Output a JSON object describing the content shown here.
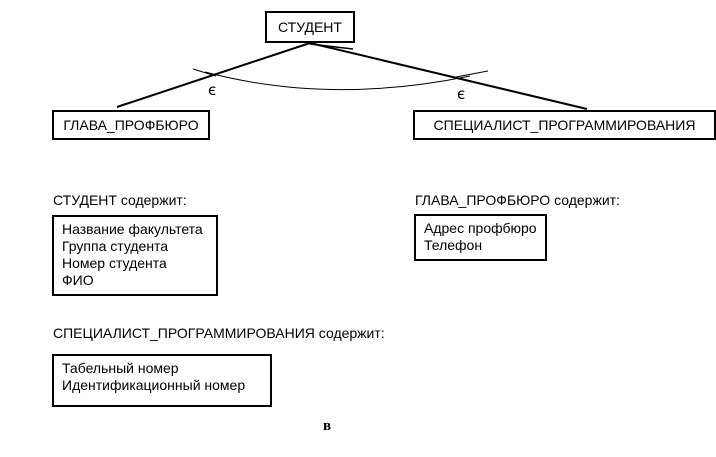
{
  "entities": {
    "root": "СТУДЕНТ",
    "left": "ГЛАВА_ПРОФБЮРО",
    "right": "СПЕЦИАЛИСТ_ПРОГРАММИРОВАНИЯ"
  },
  "relation": {
    "left_symbol": "є",
    "right_symbol": "є"
  },
  "student_attrs": {
    "heading": "СТУДЕНТ содержит:",
    "items": [
      "Название факультета",
      "Группа студента",
      "Номер студента",
      "ФИО"
    ]
  },
  "head_attrs": {
    "heading": "ГЛАВА_ПРОФБЮРО содержит:",
    "items": [
      "Адрес профбюро",
      "Телефон"
    ]
  },
  "specialist_attrs": {
    "heading": "СПЕЦИАЛИСТ_ПРОГРАММИРОВАНИЯ содержит:",
    "items": [
      "Табельный номер",
      "Идентификационный номер"
    ]
  },
  "footer": {
    "label": "в"
  }
}
